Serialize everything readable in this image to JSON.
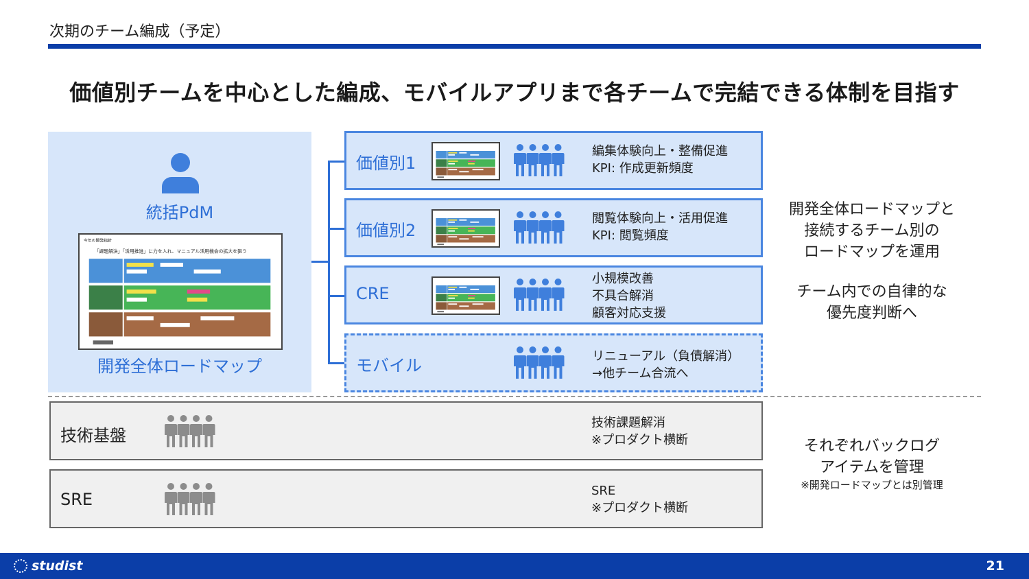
{
  "header": {
    "section_title": "次期のチーム編成（予定）",
    "headline": "価値別チームを中心とした編成、モバイルアプリまで各チームで完結できる体制を目指す"
  },
  "pdm": {
    "label": "統括PdM",
    "roadmap_label": "開発全体ロードマップ",
    "roadmap_title": "今年の開発指針 ",
    "roadmap_subtitle": "「課題解決」「活用推進」に力を入れ、マニュアル活用機会の拡大を狙う"
  },
  "teams": [
    {
      "name": "価値別1",
      "desc": [
        "編集体験向上・整備促進",
        "KPI: 作成更新頻度"
      ],
      "style": "solid"
    },
    {
      "name": "価値別2",
      "desc": [
        "閲覧体験向上・活用促進",
        "KPI: 閲覧頻度"
      ],
      "style": "solid"
    },
    {
      "name": "CRE",
      "desc": [
        "小規模改善",
        "不具合解消",
        "顧客対応支援"
      ],
      "style": "solid"
    },
    {
      "name": "モバイル",
      "desc": [
        "リニューアル（負債解消）",
        "→他チーム合流へ"
      ],
      "style": "dashed"
    }
  ],
  "right_notes": {
    "upper": [
      "開発全体ロードマップと",
      "接続するチーム別の",
      "ロードマップを運用"
    ],
    "middle": [
      "チーム内での自律的な",
      "優先度判断へ"
    ],
    "lower": [
      "それぞれバックログ",
      "アイテムを管理"
    ],
    "lower_small": "※開発ロードマップとは別管理"
  },
  "base_teams": [
    {
      "name": "技術基盤",
      "desc": [
        "技術課題解消",
        "※プロダクト横断"
      ]
    },
    {
      "name": "SRE",
      "desc": [
        "SRE",
        "※プロダクト横断"
      ]
    }
  ],
  "footer": {
    "logo": "studist",
    "page": "21"
  },
  "colors": {
    "brand_blue": "#0b3ea8",
    "accent_blue": "#2e6fd6",
    "panel_blue": "#d7e6fa",
    "people_blue": "#3f7fdc",
    "people_gray": "#8c8c8c",
    "roadmap_blue": "#4b91d8",
    "roadmap_green": "#47b557",
    "roadmap_brown": "#a56a45"
  }
}
